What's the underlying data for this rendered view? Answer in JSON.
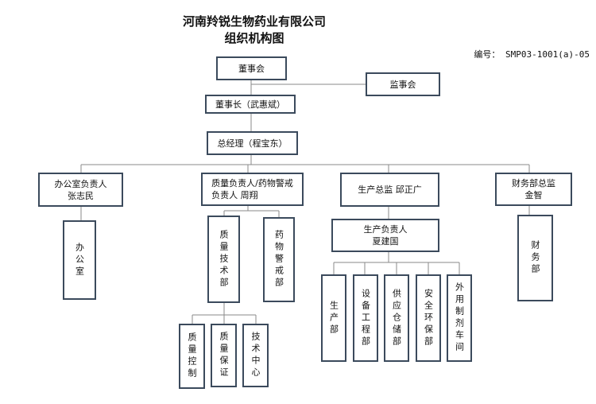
{
  "header": {
    "company": "河南羚锐生物药业有限公司",
    "subtitle": "组织机构图",
    "code_label": "编号：",
    "code_value": "SMP03-1001(a)-05"
  },
  "nodes": {
    "board": "董事会",
    "supervisors": "监事会",
    "chairman": "董事长（武惠斌）",
    "gm": "总经理（程宝东）",
    "office_head": "办公室负责人\n张志民",
    "qa_head": "质量负责人/药物警戒\n负责人   周翔",
    "prod_director": "生产总监  邱正广",
    "finance_director": "财务部总监\n金智",
    "office": "办公室",
    "qa_dept": "质量技术部",
    "pv_dept": "药物警戒部",
    "prod_head": "生产负责人\n夏建国",
    "finance_dept": "财务部",
    "qc": "质量控制",
    "qa": "质量保证",
    "tech_center": "技术中心",
    "production": "生产部",
    "equipment": "设备工程部",
    "supply": "供应仓储部",
    "safety": "安全环保部",
    "external_workshop": "外用制剂车间"
  }
}
